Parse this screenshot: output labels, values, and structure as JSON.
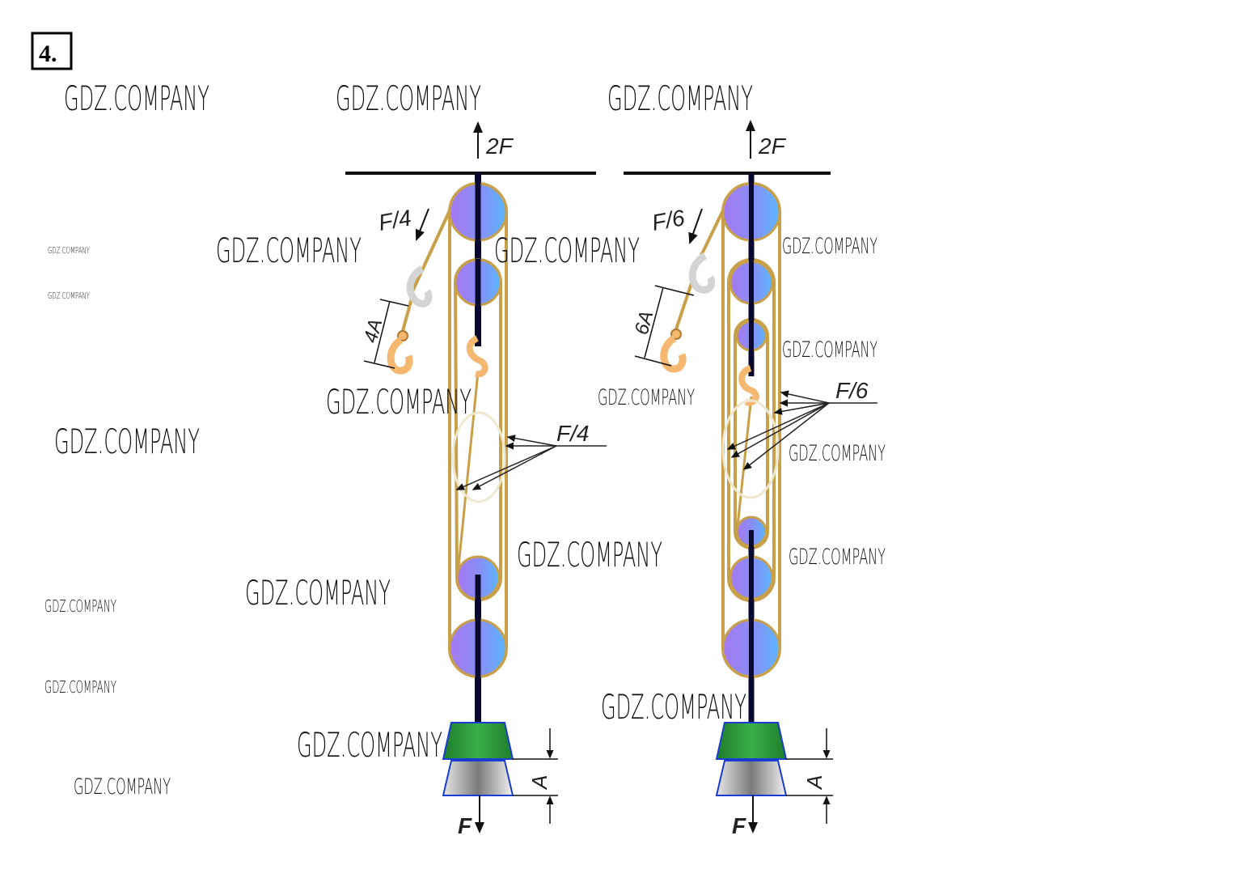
{
  "problem_number": "4.",
  "watermark": "GDZ.COMPANY",
  "watermarks": [
    "GDZ.COMPANY",
    "GDZ.COMPANY",
    "GDZ.COMPANY",
    "GDZ.COMPANY",
    "GDZ.COMPANY",
    "GDZ.COMPANY",
    "GDZ.COMPANY",
    "GDZ.COMPANY",
    "GDZ.COMPANY",
    "GDZ.COMPANY",
    "GDZ.COMPANY",
    "GDZ.COMPANY",
    "GDZ.COMPANY",
    "GDZ.COMPANY",
    "GDZ.COMPANY",
    "GDZ.COMPANY",
    "GDZ.COMPANY",
    "GDZ.COMPANY",
    "GDZ.COMPANY",
    "GDZ.COMPANY",
    "GDZ.COMPANY"
  ],
  "left_system": {
    "support_force": "2F",
    "pull_force": "F/4",
    "rope_tension": "F/4",
    "pull_distance": "4A",
    "load_displacement": "A",
    "load_force": "F"
  },
  "right_system": {
    "support_force": "2F",
    "pull_force": "F/6",
    "rope_tension": "F/6",
    "pull_distance": "6A",
    "load_displacement": "A",
    "load_force": "F"
  },
  "colors": {
    "rope": "#c9a04a",
    "pulley_left": "#a07cf0",
    "pulley_right": "#5fb0ff",
    "weight_top": "#2e9b3a",
    "weight_bottom": "#b0b0b0",
    "hook": "#f5b870",
    "axle": "#0a0a30"
  }
}
